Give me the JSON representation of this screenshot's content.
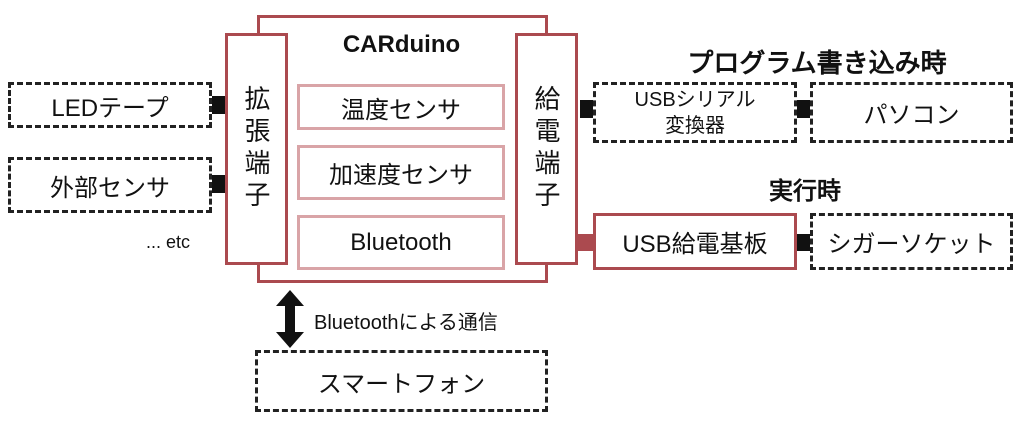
{
  "title": "CARduino",
  "left_terminal": {
    "label": "拡張端子"
  },
  "right_terminal": {
    "label": "給電端子"
  },
  "modules": [
    {
      "label": "温度センサ"
    },
    {
      "label": "加速度センサ"
    },
    {
      "label": "Bluetooth"
    }
  ],
  "left_devices": [
    {
      "label": "LEDテープ"
    },
    {
      "label": "外部センサ"
    }
  ],
  "left_more": "... etc",
  "programming": {
    "heading": "プログラム書き込み時",
    "converter_line1": "USBシリアル",
    "converter_line2": "変換器",
    "pc": "パソコン"
  },
  "runtime": {
    "heading": "実行時",
    "power_board": "USB給電基板",
    "socket": "シガーソケット"
  },
  "communication": {
    "label": "Bluetoothによる通信",
    "device": "スマートフォン"
  },
  "colors": {
    "accent": "#ab4a4f",
    "module_border": "#d9a4a7",
    "dashed": "#222222"
  }
}
